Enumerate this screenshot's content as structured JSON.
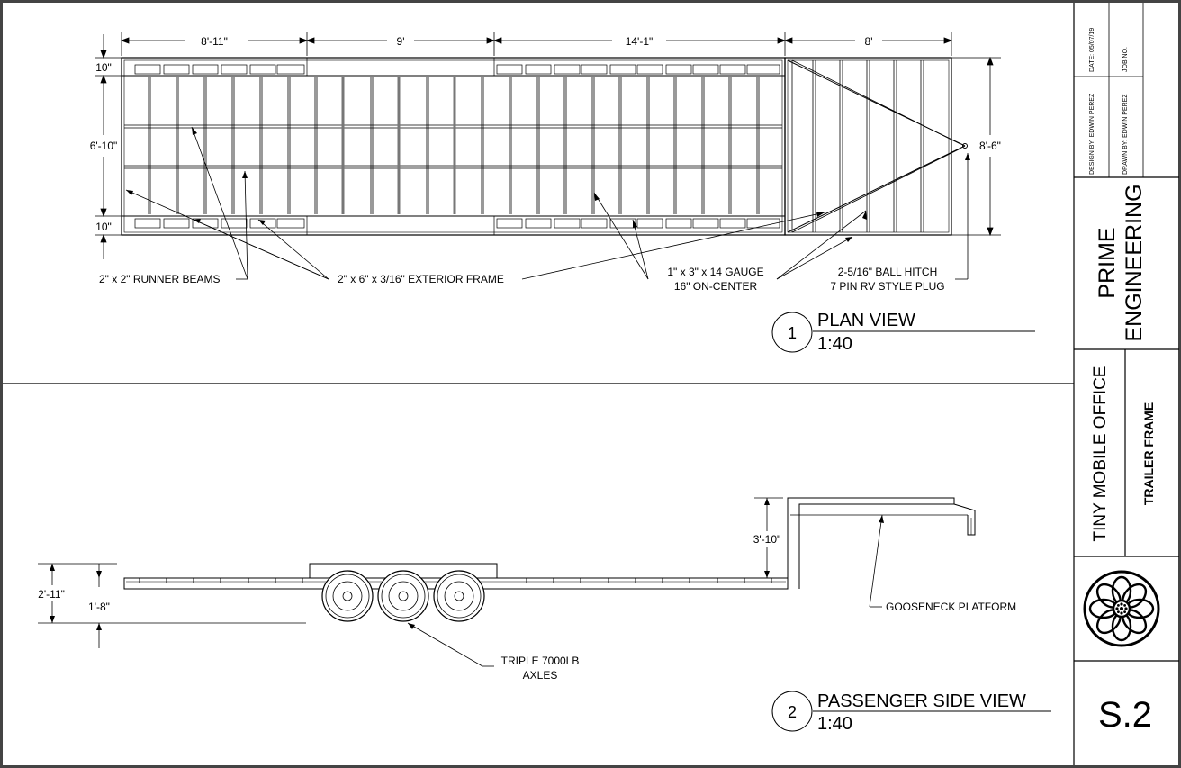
{
  "plan": {
    "dims_top": [
      "8'-11\"",
      "9'",
      "14'-1\"",
      "8'"
    ],
    "dims_left": [
      "10\"",
      "6'-10\"",
      "10\""
    ],
    "dim_right": "8'-6\"",
    "notes": {
      "runner_beams": "2\" x 2\" RUNNER BEAMS",
      "exterior_frame": "2\" x 6\" x 3/16\" EXTERIOR FRAME",
      "gauge_line1": "1\" x 3\" x 14 GAUGE",
      "gauge_line2": "16\" ON-CENTER",
      "hitch_line1": "2-5/16\" BALL HITCH",
      "hitch_line2": "7 PIN RV STYLE PLUG"
    },
    "view": {
      "number": "1",
      "title": "PLAN VIEW",
      "scale": "1:40"
    }
  },
  "side": {
    "dims": {
      "overall_height": "2'-11\"",
      "deck_height": "1'-8\"",
      "gooseneck": "3'-10\""
    },
    "notes": {
      "gooseneck": "GOOSENECK PLATFORM",
      "axles_line1": "TRIPLE 7000LB",
      "axles_line2": "AXLES"
    },
    "view": {
      "number": "2",
      "title": "PASSENGER SIDE VIEW",
      "scale": "1:40"
    }
  },
  "title_block": {
    "date": "DATE: 05/07/19",
    "job_no": "JOB NO.",
    "design_by": "DESIGN BY: EDWIN PEREZ",
    "drawn_by": "DRAWN BY: EDWIN PEREZ",
    "company_line1": "PRIME",
    "company_line2": "ENGINEERING",
    "project": "TINY MOBILE OFFICE",
    "sheet_title": "TRAILER FRAME",
    "sheet_number": "S.2",
    "logo_icon": "lotus-flower-icon"
  }
}
